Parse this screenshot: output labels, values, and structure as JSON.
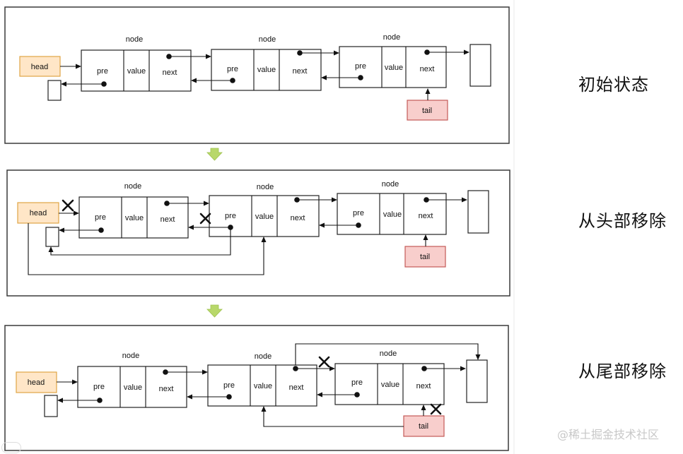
{
  "diagram": {
    "labels": {
      "node": "node",
      "pre": "pre",
      "value": "value",
      "next": "next",
      "head": "head",
      "tail": "tail"
    },
    "captions": [
      "初始状态",
      "从头部移除",
      "从尾部移除"
    ],
    "watermark": "@稀土掘金技术社区",
    "colors": {
      "head_fill": "#ffe6c7",
      "head_border": "#e0a545",
      "tail_fill": "#f8cecc",
      "tail_border": "#c45a58",
      "down_arrow": "#b8d86a"
    }
  }
}
